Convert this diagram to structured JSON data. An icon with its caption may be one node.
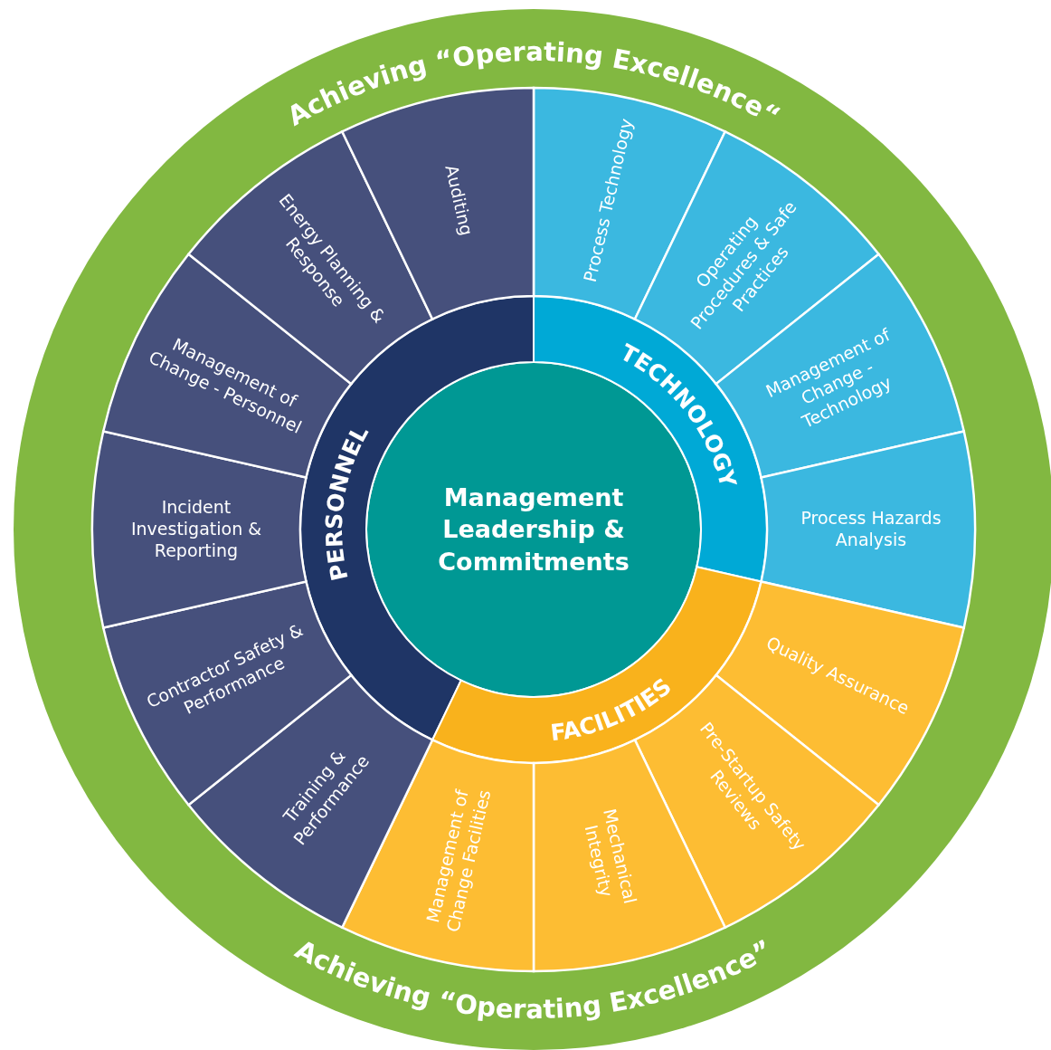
{
  "diagram": {
    "nodes": [
      {
        "text": [
          "Achieving “Operating Excellence“",
          "Achieving “Operating Excellence”"
        ]
      },
      {
        "text": [
          "Management Leadership & Commitments"
        ],
        "in": 0
      },
      {
        "text": [
          "PERSONNEL"
        ],
        "in": 0
      },
      {
        "text": [
          "TECHNOLOGY"
        ],
        "in": 0
      },
      {
        "text": [
          "FACILITIES"
        ],
        "in": 0
      },
      {
        "text": [
          "Process Technology"
        ],
        "in": 0
      },
      {
        "text": [
          "Operating Procedures & Safe Practices"
        ],
        "in": 0
      },
      {
        "text": [
          "Management of Change - Technology"
        ],
        "in": 0
      },
      {
        "text": [
          "Process Hazards Analysis"
        ],
        "in": 0
      },
      {
        "text": [
          "Quality Assurance"
        ],
        "in": 0
      },
      {
        "text": [
          "Pre-Startup Safety Reviews"
        ],
        "in": 0
      },
      {
        "text": [
          "Mechanical Integrity"
        ],
        "in": 0
      },
      {
        "text": [
          "Management of Change Facilities"
        ],
        "in": 0
      },
      {
        "text": [
          "Training & Performance"
        ],
        "in": 0
      },
      {
        "text": [
          "Contractor Safety & Performance"
        ],
        "in": 0
      },
      {
        "text": [
          "Incident Investigation & Reporting"
        ],
        "in": 0
      },
      {
        "text": [
          "Management of Change - Personnel"
        ],
        "in": 0
      },
      {
        "text": [
          "Energy Planning & Response"
        ],
        "in": 0
      },
      {
        "text": [
          "Auditing"
        ],
        "in": 0
      }
    ]
  }
}
